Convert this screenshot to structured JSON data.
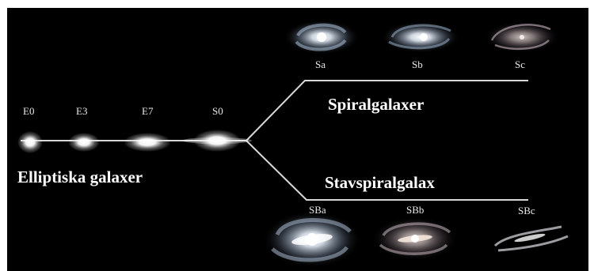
{
  "diagram": {
    "elliptical_labels": [
      "E0",
      "E3",
      "E7",
      "S0"
    ],
    "spiral_labels": [
      "Sa",
      "Sb",
      "Sc"
    ],
    "barred_labels": [
      "SBa",
      "SBb",
      "SBc"
    ],
    "elliptical_group": "Elliptiska galaxer",
    "spiral_group": "Spiralgalaxer",
    "barred_group": "Stavspiralgalax"
  },
  "colors": {
    "background": "#000000",
    "frame": "#ffffff",
    "lines": "#d8d8d8",
    "text": "#ffffff"
  }
}
